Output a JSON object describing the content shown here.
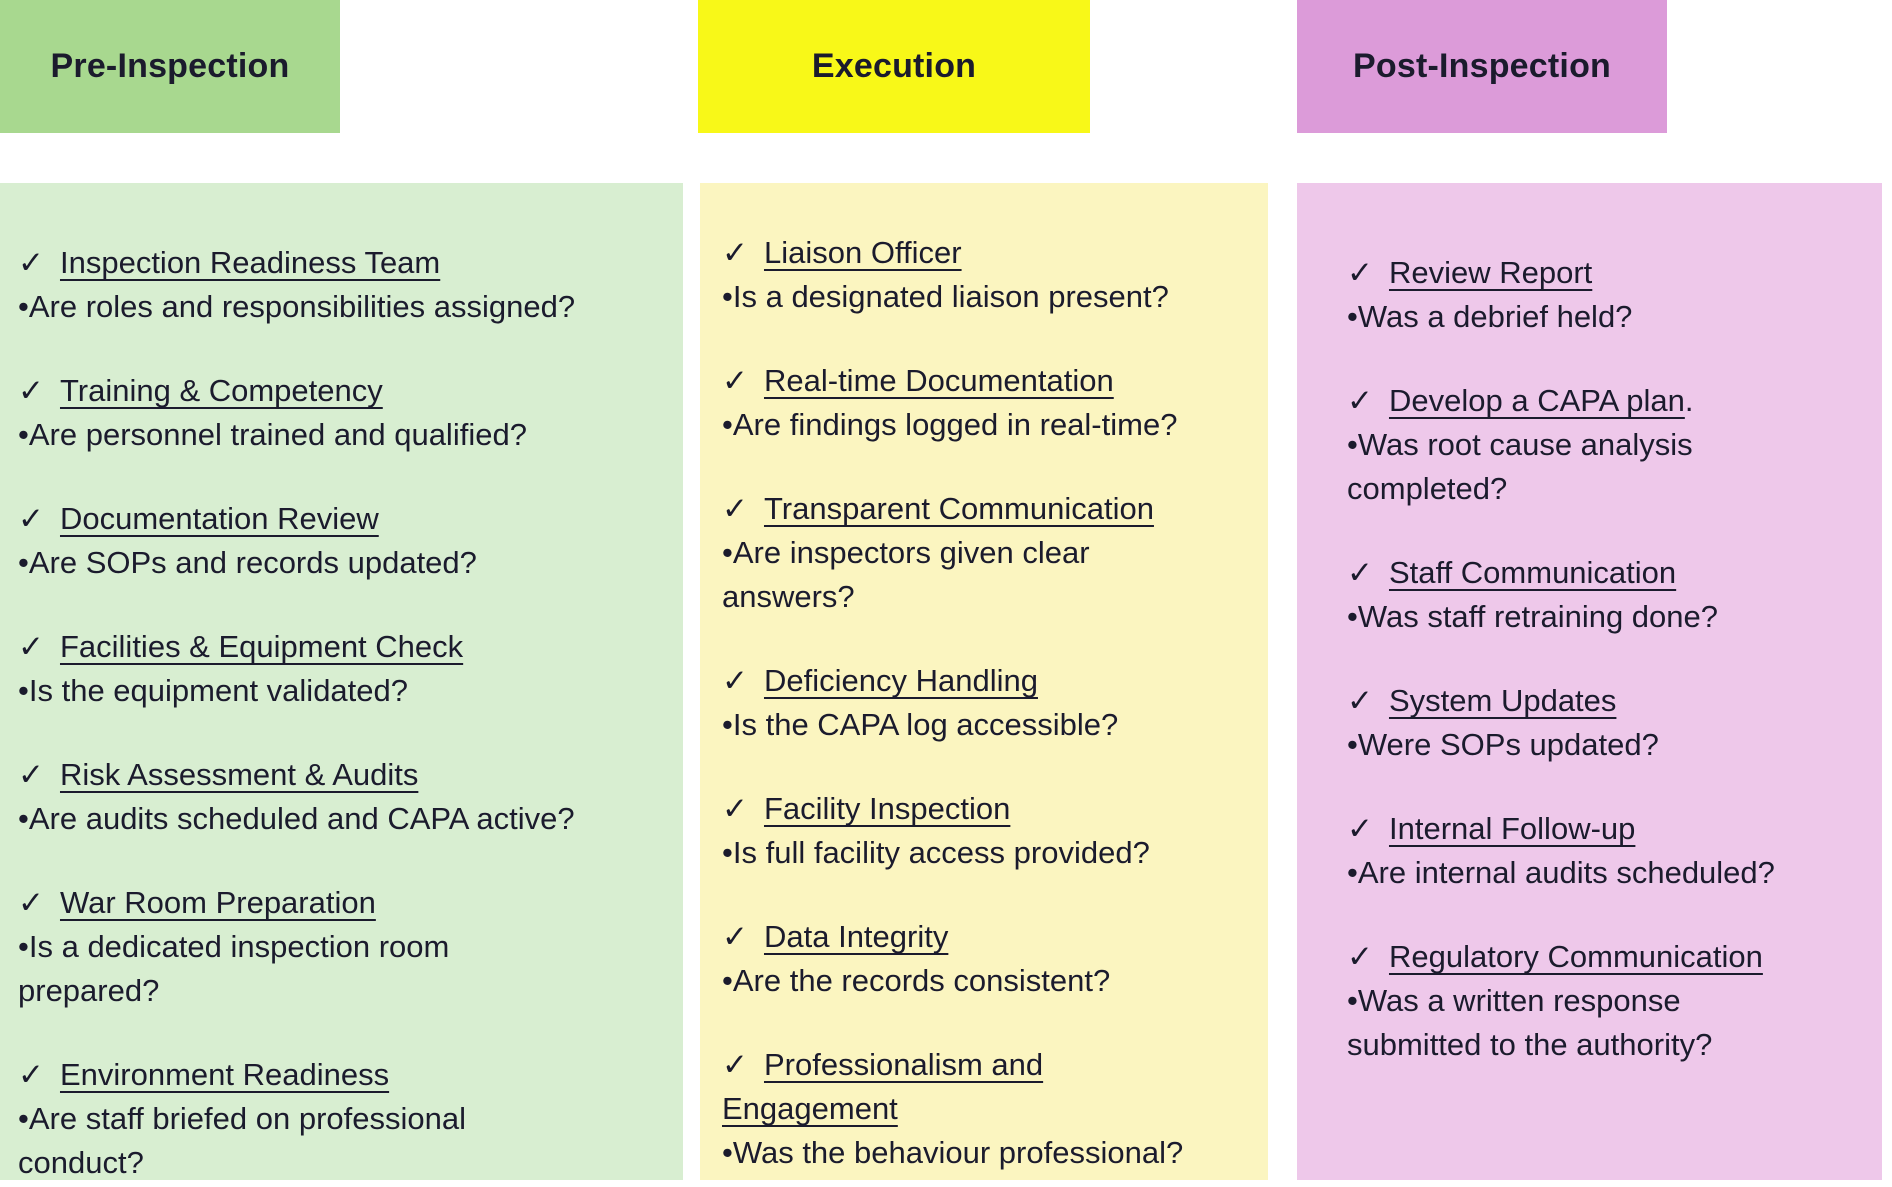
{
  "board": {
    "check_glyph": "✓",
    "bullet_glyph": "•",
    "text_color": "#1b1b2d",
    "columns": [
      {
        "id": "pre-inspection",
        "title": "Pre-Inspection",
        "header_bg": "#a8d88f",
        "body_bg": "#d8eed1",
        "items": [
          {
            "heading": [
              "Inspection Readiness Team"
            ],
            "question": [
              "Are roles and responsibilities assigned?"
            ]
          },
          {
            "heading": [
              "Training & Competency"
            ],
            "question": [
              "Are personnel trained and qualified?"
            ]
          },
          {
            "heading": [
              "Documentation Review"
            ],
            "question": [
              "Are SOPs and records updated?"
            ]
          },
          {
            "heading": [
              "Facilities & Equipment Check"
            ],
            "question": [
              "Is the equipment validated?"
            ]
          },
          {
            "heading": [
              "Risk Assessment & Audits"
            ],
            "question": [
              "Are audits scheduled and CAPA active?"
            ]
          },
          {
            "heading": [
              "War Room Preparation"
            ],
            "question": [
              "Is a dedicated inspection room",
              "prepared?"
            ]
          },
          {
            "heading": [
              "Environment Readiness"
            ],
            "question": [
              "Are staff briefed on professional",
              "conduct?"
            ]
          }
        ]
      },
      {
        "id": "execution",
        "title": "Execution",
        "header_bg": "#f8f818",
        "body_bg": "#fbf5c0",
        "items": [
          {
            "heading": [
              "Liaison Officer"
            ],
            "question": [
              "Is a designated liaison present?"
            ]
          },
          {
            "heading": [
              "Real-time Documentation"
            ],
            "question": [
              "Are findings logged in real-time?"
            ]
          },
          {
            "heading": [
              "Transparent Communication"
            ],
            "question": [
              "Are inspectors given clear",
              "answers?"
            ]
          },
          {
            "heading": [
              "Deficiency Handling"
            ],
            "question": [
              "Is the CAPA log accessible?"
            ]
          },
          {
            "heading": [
              "Facility Inspection"
            ],
            "question": [
              "Is full facility access provided?"
            ]
          },
          {
            "heading": [
              "Data Integrity"
            ],
            "question": [
              "Are the records consistent?"
            ]
          },
          {
            "heading": [
              "Professionalism and",
              "Engagement"
            ],
            "question": [
              "Was the behaviour professional?"
            ]
          }
        ]
      },
      {
        "id": "post-inspection",
        "title": "Post-Inspection",
        "header_bg": "#dc9bd9",
        "body_bg": "#eec8ea",
        "items": [
          {
            "heading": [
              "Review Report"
            ],
            "question": [
              "Was a debrief held?"
            ]
          },
          {
            "heading": [
              "Develop a CAPA plan"
            ],
            "heading_suffix": ".",
            "question": [
              "Was root cause analysis",
              "completed?"
            ]
          },
          {
            "heading": [
              "Staff Communication"
            ],
            "question": [
              "Was staff retraining done?"
            ]
          },
          {
            "heading": [
              "System Updates"
            ],
            "question": [
              "Were SOPs updated?"
            ]
          },
          {
            "heading": [
              "Internal Follow-up"
            ],
            "question": [
              "Are internal audits scheduled?"
            ]
          },
          {
            "heading": [
              "Regulatory Communication"
            ],
            "question": [
              "Was a written response",
              "submitted to the authority?"
            ]
          }
        ]
      }
    ]
  }
}
